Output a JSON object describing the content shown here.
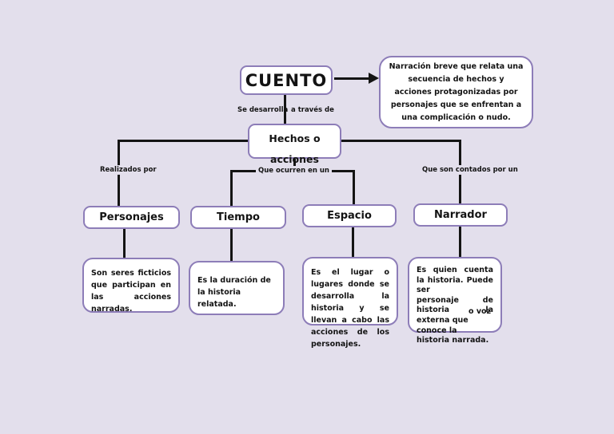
{
  "palette": {
    "background": "#e3dfec",
    "box_border": "#8d7db8",
    "box_fill": "#ffffff",
    "line_color": "#141414",
    "text_color": "#131313"
  },
  "root": {
    "title": "CUENTO"
  },
  "definition": {
    "text": "Narración breve que relata una secuencia de hechos y acciones protagonizadas por personajes que se enfrentan a una complicación o nudo."
  },
  "hechos": {
    "line1": "Hechos o",
    "line2": "acciones"
  },
  "connector_labels": {
    "develops_left": "Se desarrolla",
    "develops_right": "a través de",
    "performed_by": "Realizados por",
    "occur_in": "Que ocurren en un",
    "told_by": "Que son contados por un"
  },
  "branches": [
    {
      "title": "Personajes",
      "description": "Son seres ficticios que participan en las acciones narradas."
    },
    {
      "title": "Tiempo",
      "description": "Es la duración de la historia relatada."
    },
    {
      "title": "Espacio",
      "description": "Es el lugar o lugares donde se desarrolla la historia y se llevan a cabo las acciones de los personajes."
    },
    {
      "title": "Narrador",
      "description_lines": {
        "l1": "Es quien cuenta",
        "l2": "la historia. Puede ser",
        "l3": "personaje de",
        "l4": "historia la",
        "l5": "externa que conoce la",
        "l6": "historia narrada."
      },
      "overlay_text": "o voz"
    }
  ]
}
